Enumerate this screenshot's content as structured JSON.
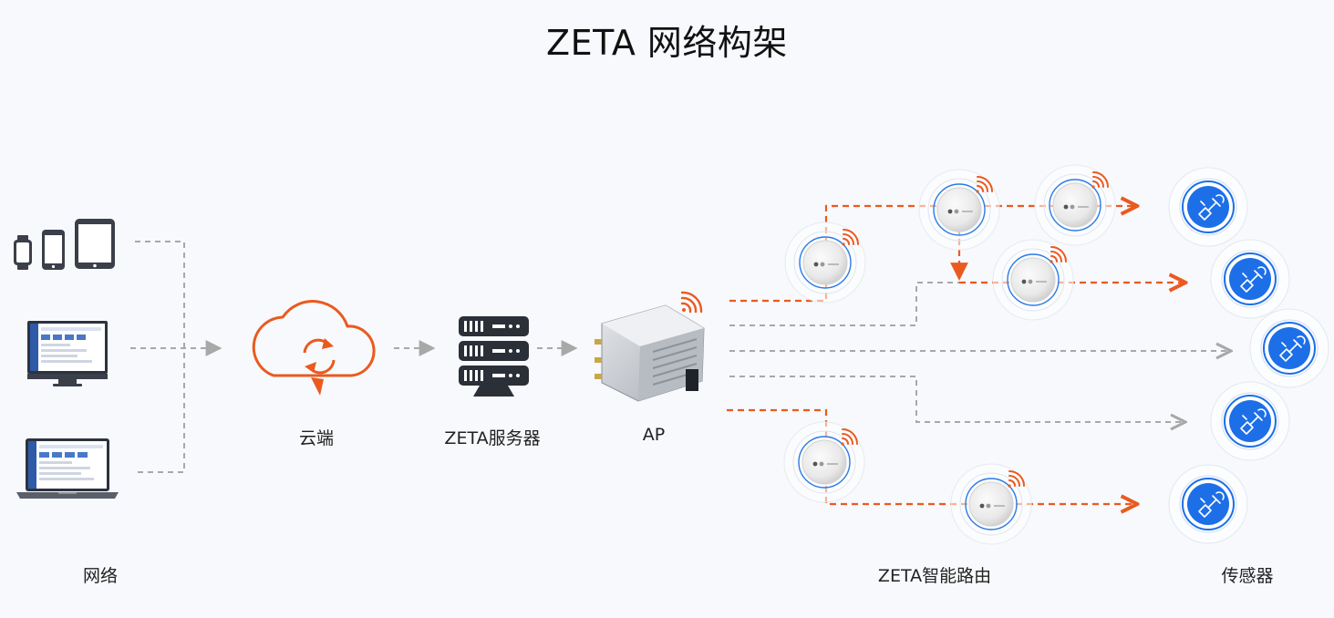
{
  "title": "ZETA 网络构架",
  "labels": {
    "network": "网络",
    "cloud": "云端",
    "server": "ZETA服务器",
    "ap": "AP",
    "router": "ZETA智能路由",
    "sensor": "传感器"
  },
  "colors": {
    "accent": "#ea5a1f",
    "link_gray": "#a8a8a8",
    "sensor_blue": "#1d6fe8",
    "device_dark": "#3a3f4a",
    "background": "#f7f9fc"
  },
  "icons": [
    "smartwatch-icon",
    "smartphone-icon",
    "tablet-icon",
    "desktop-monitor-icon",
    "laptop-icon",
    "cloud-icon",
    "server-rack-icon",
    "access-point-icon",
    "wifi-signal-icon",
    "router-node-icon",
    "sensor-icon"
  ]
}
